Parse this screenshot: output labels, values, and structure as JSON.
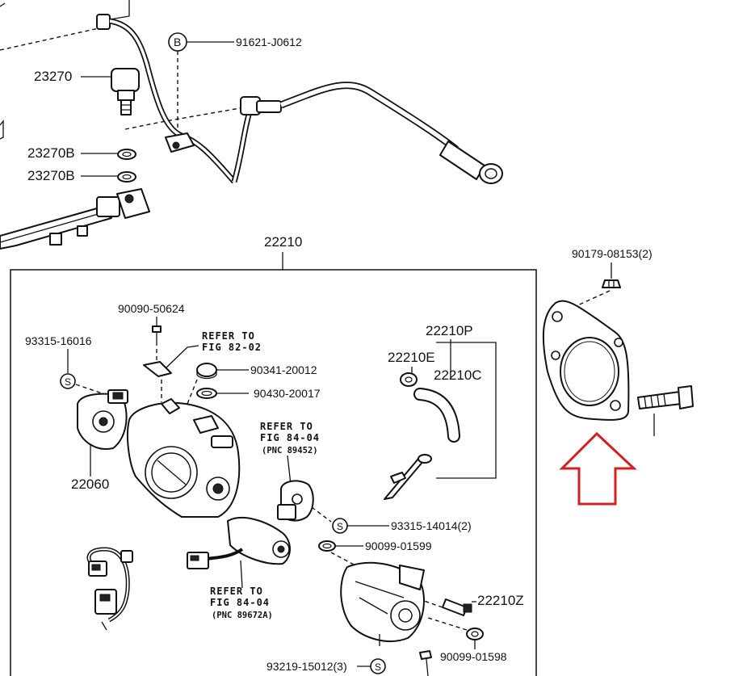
{
  "parts": {
    "p91621": "91621-J0612",
    "p23270": "23270",
    "p23270b_1": "23270B",
    "p23270b_2": "23270B",
    "p22210": "22210",
    "p90179": "90179-08153(2)",
    "p90090": "90090-50624",
    "p93315_16016": "93315-16016",
    "p22060": "22060",
    "p90341": "90341-20012",
    "p90430": "90430-20017",
    "p22210P": "22210P",
    "p22210E": "22210E",
    "p22210C": "22210C",
    "p93315_14014": "93315-14014(2)",
    "p90099_01599": "90099-01599",
    "p22210Z": "22210Z",
    "p90099_01598": "90099-01598",
    "p93219": "93219-15012(3)"
  },
  "callouts": {
    "B": "B",
    "S": "S"
  },
  "refs": {
    "r1_a": "REFER TO",
    "r1_b": "FIG 82-02",
    "r2_a": "REFER TO",
    "r2_b": "FIG 84-04",
    "r2_c": "(PNC 89452)",
    "r3_a": "REFER TO",
    "r3_b": "FIG 84-04",
    "r3_c": "(PNC 89672A)"
  },
  "colors": {
    "line": "#111111",
    "highlight_arrow": "#d42020",
    "background": "#ffffff"
  },
  "icons": {
    "arrow": "up-arrow-outline-icon"
  }
}
